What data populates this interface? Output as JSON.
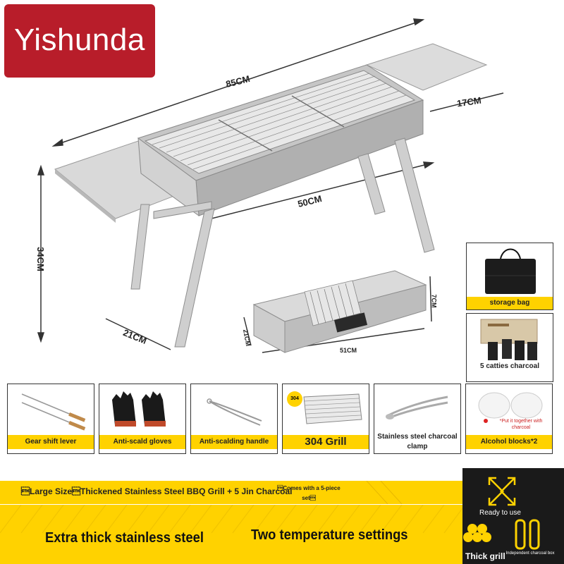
{
  "brand": {
    "logo_text": "Yishunda"
  },
  "dimensions": {
    "length": "85CM",
    "side_table": "17CM",
    "firebox": "50CM",
    "height": "34CM",
    "depth": "21CM",
    "box_height": "7CM",
    "box_depth": "21CM",
    "box_length": "51CM"
  },
  "side_accessories": [
    {
      "label": "storage bag"
    },
    {
      "label": "5 catties charcoal"
    }
  ],
  "accessories": [
    {
      "label": "Gear shift lever"
    },
    {
      "label": "Anti-scald gloves"
    },
    {
      "label": "Anti-scalding handle"
    },
    {
      "label": "304 Grill",
      "badge": "304"
    },
    {
      "label": "Stainless steel charcoal clamp"
    },
    {
      "label": "Alcohol blocks*2",
      "note": "*Put it together with charcoal"
    }
  ],
  "banner": {
    "headline": "\u0002Large Size\u0002Thickened Stainless Steel BBQ Grill + 5 Jin Charcoal",
    "set_note": "\u0002Comes with a 5-piece set\u0002",
    "feature_1": "Extra thick stainless steel",
    "feature_2": "Two temperature settings"
  },
  "corner": {
    "ready": "Ready to use",
    "thick": "Thick grill",
    "box": "Independent charcoal box"
  },
  "colors": {
    "brand_red": "#b81d2a",
    "accent_yellow": "#ffd200",
    "dark": "#1a1a1a"
  }
}
